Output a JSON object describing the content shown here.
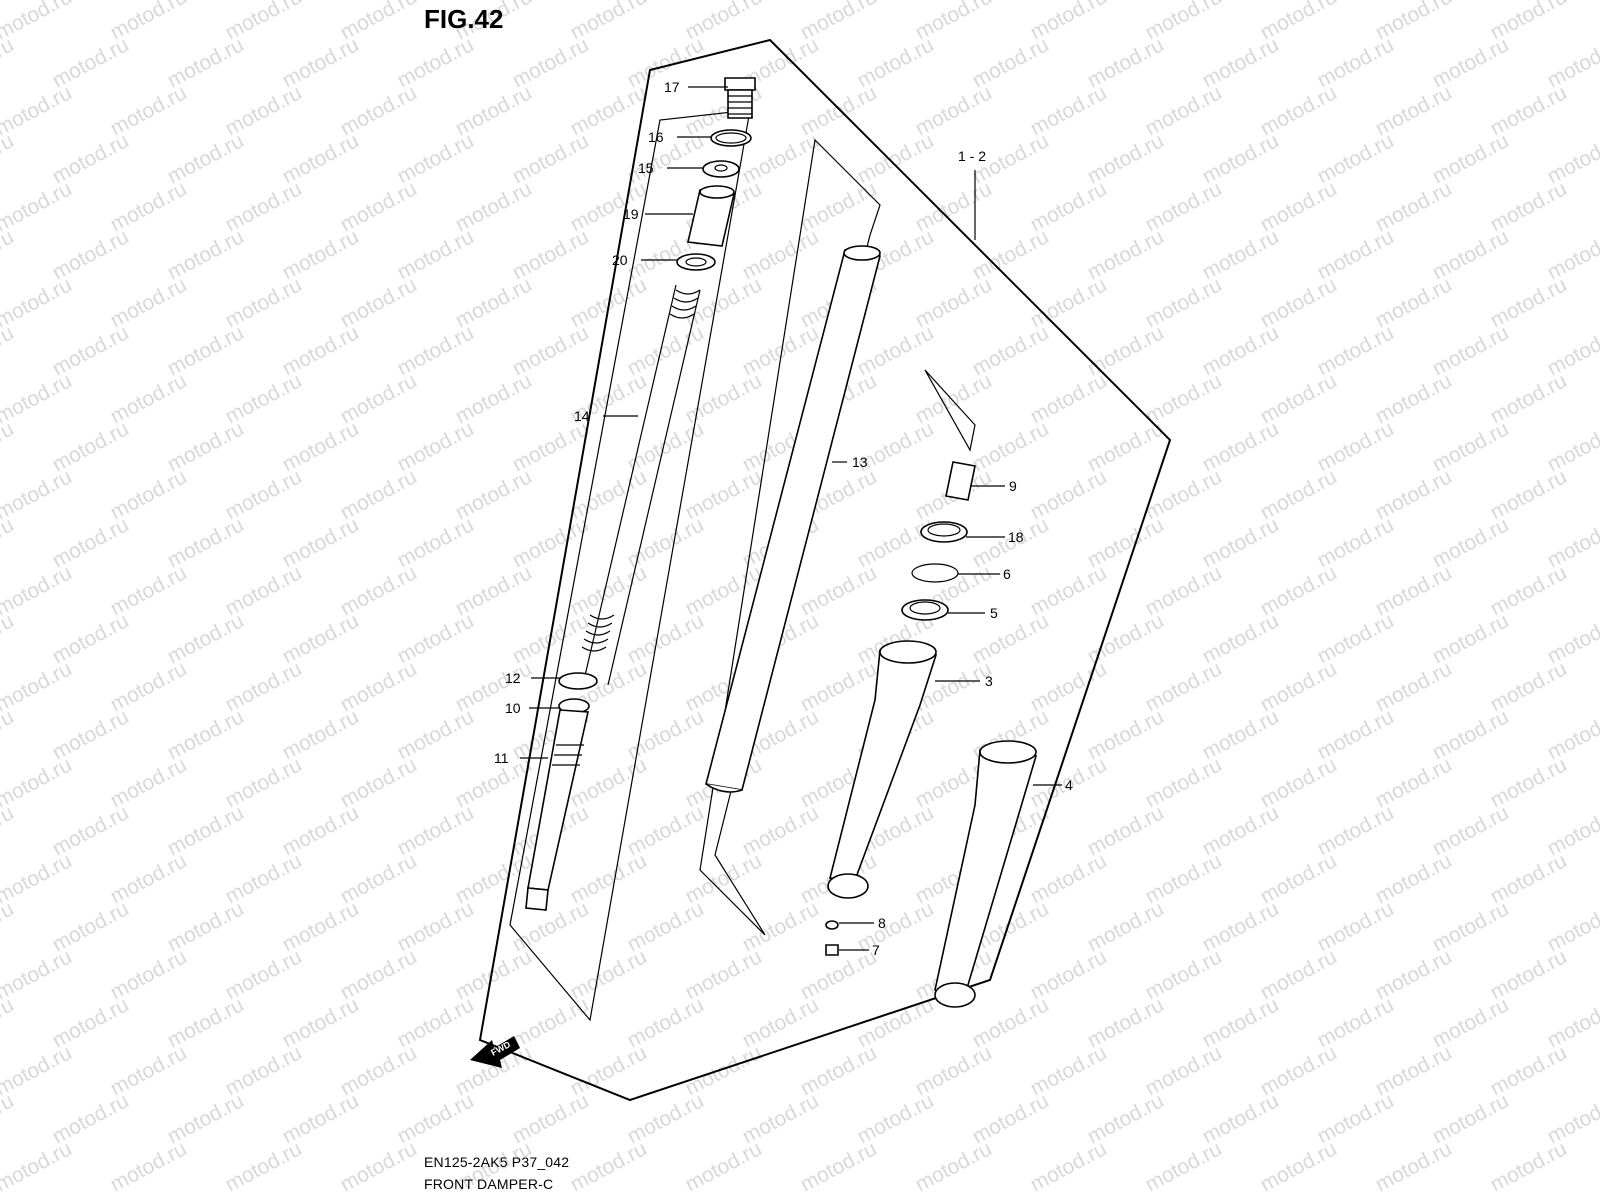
{
  "figure_title": "FIG.42",
  "watermark": "motod.ru",
  "caption_code": "EN125-2AK5 P37_042",
  "caption_name": "FRONT DAMPER-C",
  "fwd_label": "FWD",
  "callouts": [
    {
      "label": "17"
    },
    {
      "label": "16"
    },
    {
      "label": "15"
    },
    {
      "label": "19"
    },
    {
      "label": "20"
    },
    {
      "label": "14"
    },
    {
      "label": "12"
    },
    {
      "label": "10"
    },
    {
      "label": "11"
    },
    {
      "label": "13"
    },
    {
      "label": "1 - 2"
    },
    {
      "label": "9"
    },
    {
      "label": "18"
    },
    {
      "label": "6"
    },
    {
      "label": "5"
    },
    {
      "label": "3"
    },
    {
      "label": "4"
    },
    {
      "label": "8"
    },
    {
      "label": "7"
    }
  ]
}
